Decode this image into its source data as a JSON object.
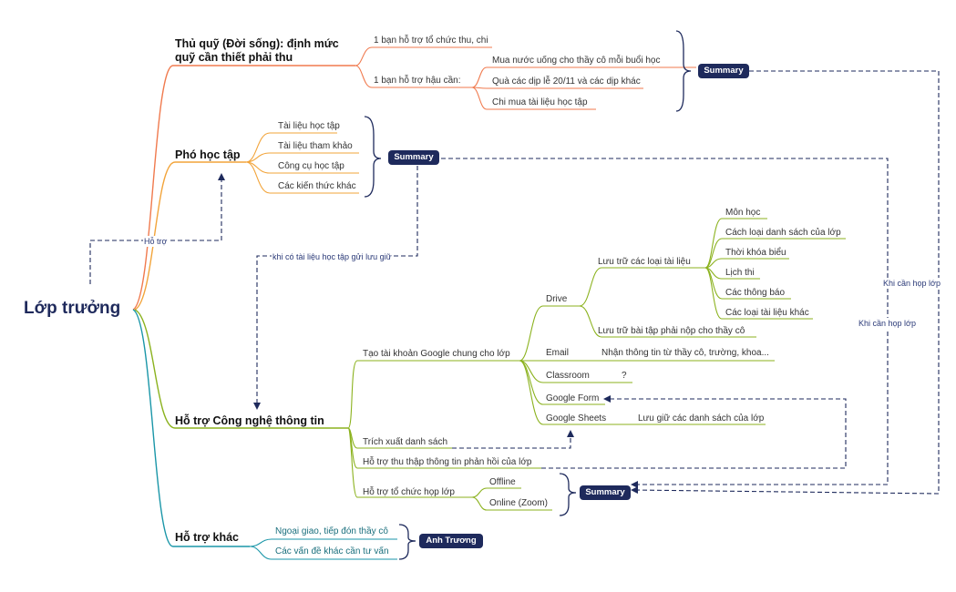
{
  "root": "Lớp trưởng",
  "branches": {
    "thu_quy": {
      "title_line1": "Thủ quỹ (Đời sống): định mức",
      "title_line2": "quỹ cần thiết phải thu",
      "items": [
        "1 bạn hỗ trợ tổ chức thu, chi",
        "1 bạn hỗ trợ hậu cần:"
      ],
      "hau_can": [
        "Mua nước uống cho thầy cô mỗi buổi học",
        "Quà các dịp lễ 20/11 và các dịp khác",
        "Chi mua tài liệu học tập"
      ],
      "summary": "Summary"
    },
    "pho_hoc_tap": {
      "title": "Phó học tập",
      "items": [
        "Tài liệu học tập",
        "Tài liệu tham khảo",
        "Công cụ học tập",
        "Các kiến thức khác"
      ],
      "summary": "Summary"
    },
    "cntt": {
      "title": "Hỗ trợ Công nghệ thông tin",
      "google": "Tạo tài khoản Google chung cho lớp",
      "drive": "Drive",
      "drive_docs": "Lưu trữ các loại tài liệu",
      "docs": [
        "Môn học",
        "Cách loại danh sách của lớp",
        "Thời khóa biểu",
        "Lịch thi",
        "Các thông báo",
        "Các loại tài liệu khác"
      ],
      "drive_homework": "Lưu trữ bài tập phải nộp cho thầy cô",
      "email": "Email",
      "email_desc": "Nhận thông tin từ thầy cô, trường, khoa...",
      "classroom": "Classroom",
      "classroom_desc": "?",
      "form": "Google Form",
      "sheets": "Google Sheets",
      "sheets_desc": "Lưu giữ các danh sách của lớp",
      "extract": "Trích xuất danh sách",
      "feedback": "Hỗ trợ thu thập thông tin phản hồi của lớp",
      "meeting": "Hỗ trợ tổ chức họp lớp",
      "meeting_modes": [
        "Offline",
        "Online (Zoom)"
      ],
      "summary": "Summary"
    },
    "khac": {
      "title": "Hỗ trợ khác",
      "items": [
        "Ngoại giao, tiếp đón thầy cô",
        "Các vấn đề khác cần tư vấn"
      ],
      "summary": "Anh Trương"
    }
  },
  "relations": {
    "ho_tro": "Hỗ trợ",
    "khi_co_tai_lieu": "khi có tài liệu học tập gửi lưu giữ",
    "khi_can_hop_lop_1": "Khi cần họp lớp",
    "khi_can_hop_lop_2": "Khi cần họp lớp"
  },
  "colors": {
    "orange": "#f07a4e",
    "amber": "#f2a43a",
    "green": "#8bb21e",
    "teal": "#1a96a8",
    "navy": "#1e2a5c"
  }
}
